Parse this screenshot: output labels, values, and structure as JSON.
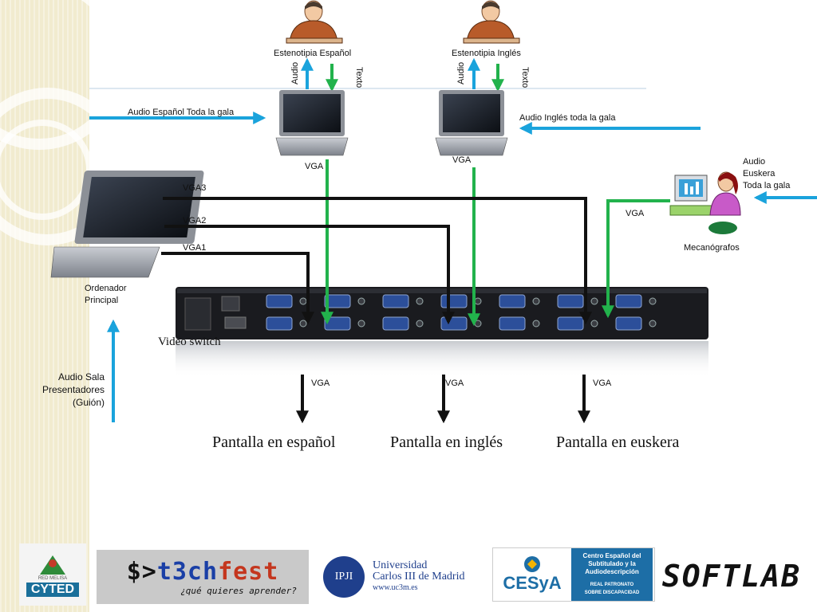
{
  "operators": {
    "spanish": {
      "label": "Estenotipia  Español",
      "audio": "Audio",
      "text": "Texto"
    },
    "english": {
      "label": "Estenotipia  Inglés",
      "audio": "Audio",
      "text": "Texto"
    }
  },
  "feeds": {
    "audio_es": "Audio Español Toda la gala",
    "audio_en": "Audio Inglés toda la gala",
    "audio_eu": [
      "Audio",
      "Euskera",
      "Toda la gala"
    ],
    "audio_sala": [
      "Audio Sala",
      "Presentadores",
      "(Guión)"
    ]
  },
  "laptops": {
    "vga_es": "VGA",
    "vga_en": "VGA",
    "main": [
      "Ordenador",
      "Principal"
    ]
  },
  "typists": {
    "label": "Mecanógrafos",
    "vga": "VGA"
  },
  "main_outputs": [
    "VGA3",
    "VGA2",
    "VGA1"
  ],
  "switch_label": "Video switch",
  "outputs": [
    {
      "vga": "VGA",
      "screen": "Pantalla en español"
    },
    {
      "vga": "VGA",
      "screen": "Pantalla en inglés"
    },
    {
      "vga": "VGA",
      "screen": "Pantalla en euskera"
    }
  ],
  "logos": {
    "cyted_top": "RED MELISA",
    "cyted": "CYTED",
    "t3ch_prefix": "$>",
    "t3ch_a": "t3ch",
    "t3ch_b": "fest",
    "t3ch_sub": "¿qué quieres aprender?",
    "uc3m_badge": "IPJI",
    "uc3m_1": "Universidad",
    "uc3m_2": "Carlos III de Madrid",
    "uc3m_3": "www.uc3m.es",
    "cesya_name": "CESyA",
    "cesya_1": "Centro Español del",
    "cesya_2": "Subtitulado y la",
    "cesya_3": "Audiodescripción",
    "cesya_4": "REAL PATRONATO",
    "cesya_5": "SOBRE DISCAPACIDAD",
    "softlab": "SOFTLAB"
  },
  "colors": {
    "audio_arrow": "#1aa3dc",
    "video_green": "#22b24c",
    "video_black": "#111111"
  }
}
